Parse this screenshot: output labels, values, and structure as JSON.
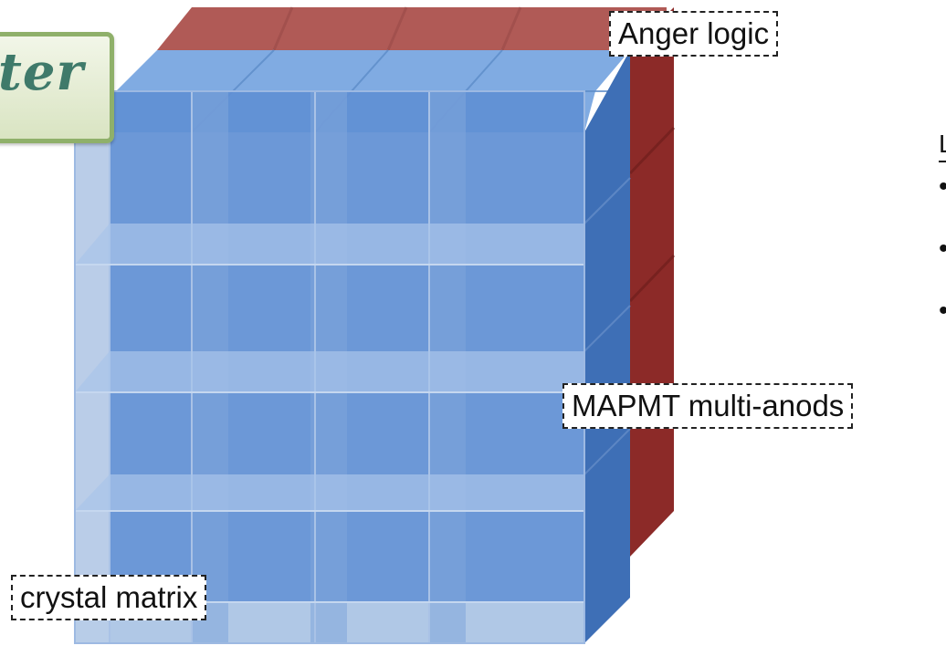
{
  "labels": {
    "anger_logic": "Anger logic",
    "mapmt": "MAPMT multi-anods",
    "crystal_matrix": "crystal matrix",
    "logo_fragment": "ter",
    "heading_fragment": "L"
  },
  "colors": {
    "crystal_front": "#5f8fd4",
    "crystal_light": "#c3d3ea",
    "crystal_dark": "#3e6fb6",
    "crystal_top": "#79a6e0",
    "anger_layer": "#b05a56",
    "anger_side": "#8c2a28",
    "logo_border": "#8fb06a",
    "logo_text": "#3f7a6a"
  },
  "grid": {
    "rows": 4,
    "cols": 4
  }
}
